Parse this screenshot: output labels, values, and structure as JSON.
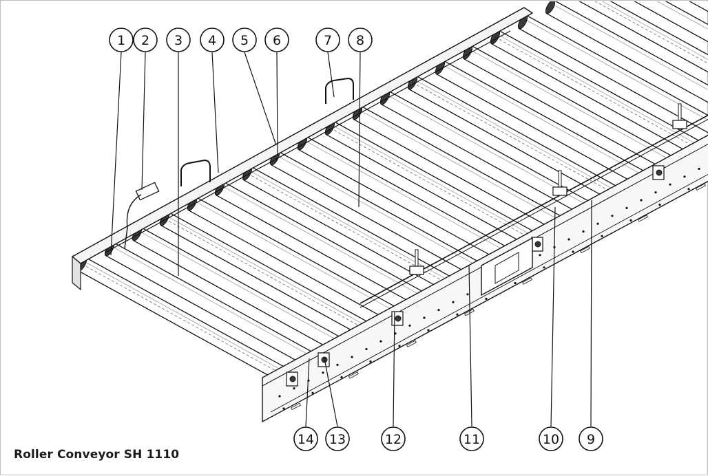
{
  "caption": "Roller Conveyor SH 1110",
  "callouts": [
    "1",
    "2",
    "3",
    "4",
    "5",
    "6",
    "7",
    "8",
    "9",
    "10",
    "11",
    "12",
    "13",
    "14"
  ],
  "colors": {
    "line": "#111111",
    "roller_fill": "#ffffff",
    "roller_shade": "#3a3a3a",
    "border": "#bdbdbd"
  }
}
